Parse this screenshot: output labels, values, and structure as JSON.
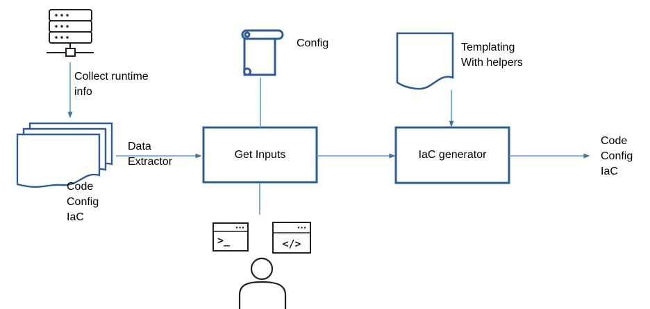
{
  "colors": {
    "shape_stroke": "#2F5B94",
    "arrow": "#5B9BD5",
    "arrowhead": "#41719C",
    "icon_black": "#1F1F1F",
    "text": "#000000",
    "background": "#FFFFFF"
  },
  "flow": {
    "server_arrow_label": "Collect runtime\ninfo",
    "document_stack_label": "Code\nConfig\nIaC",
    "extractor_arrow_label": "Data\nExtractor",
    "get_inputs_box": "Get Inputs",
    "config_icon_label": "Config",
    "templating_icon_label": "Templating\nWith helpers",
    "iac_generator_box": "IaC generator",
    "output_label": "Code\nConfig\nIaC",
    "terminal_icon_glyph": ">_",
    "code_icon_glyph": "</>"
  }
}
